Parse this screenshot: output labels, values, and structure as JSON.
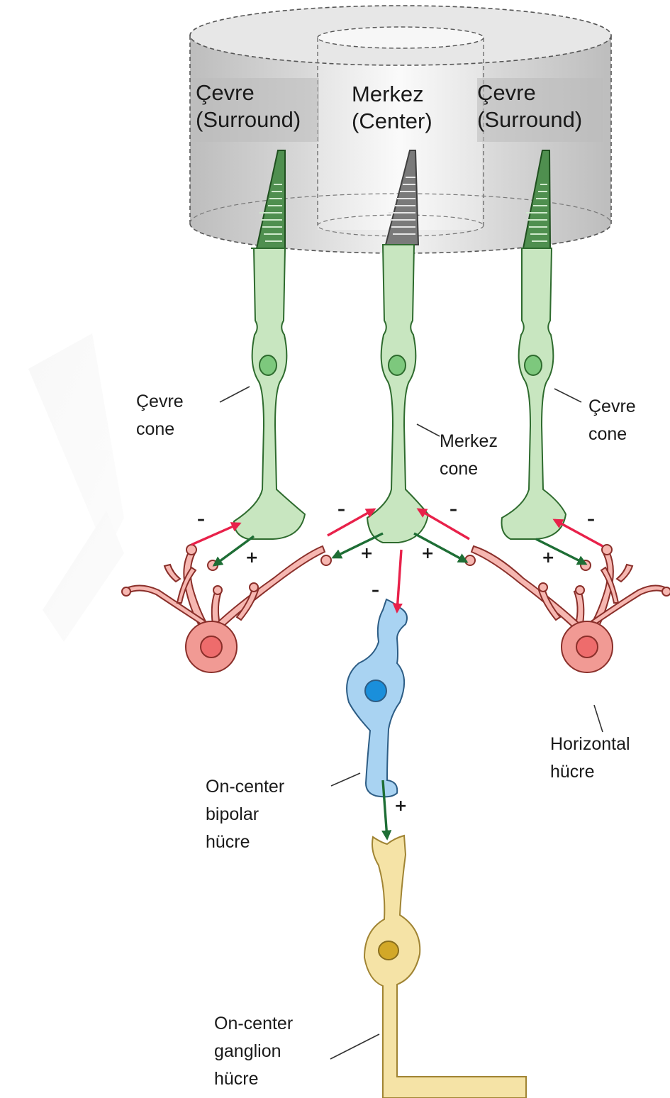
{
  "receptive_field": {
    "left_label": [
      "Çevre",
      "(Surround)"
    ],
    "center_label": [
      "Merkez",
      "(Center)"
    ],
    "right_label": [
      "Çevre",
      "(Surround)"
    ]
  },
  "labels": {
    "left_cone": [
      "Çevre",
      "cone"
    ],
    "center_cone": [
      "Merkez",
      "cone"
    ],
    "right_cone": [
      "Çevre",
      "cone"
    ],
    "horizontal_cell": [
      "Horizontal",
      "hücre"
    ],
    "bipolar_cell": [
      "On-center",
      "bipolar",
      "hücre"
    ],
    "ganglion_cell": [
      "On-center",
      "ganglion",
      "hücre"
    ]
  },
  "signs": {
    "inhibitory": "–",
    "excitatory": "+"
  },
  "colors": {
    "cone": "#c8e6c0",
    "cone_outline": "#2e6b2e",
    "horizontal_cell": "#f19a94",
    "bipolar_cell": "#a9d3f2",
    "ganglion_cell": "#f5e3a6",
    "inhibitory_arrow": "#e8214a",
    "excitatory_arrow": "#1e6e35",
    "cylinder": "#cfcfcf"
  }
}
